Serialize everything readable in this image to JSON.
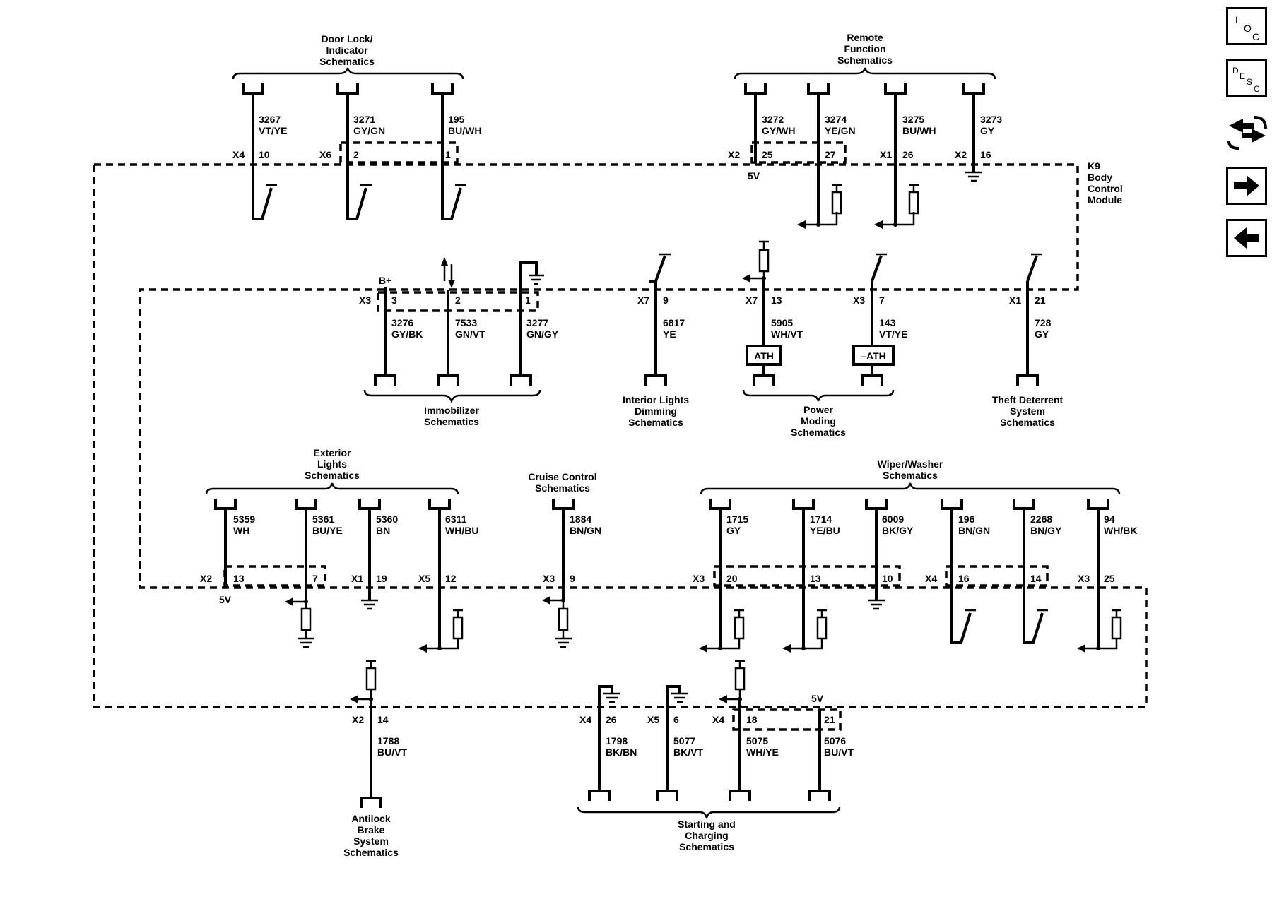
{
  "module": {
    "name": "K9",
    "lines": [
      "Body",
      "Control",
      "Module"
    ]
  },
  "groups": {
    "door_lock": [
      "Door Lock/",
      "Indicator",
      "Schematics"
    ],
    "remote": [
      "Remote",
      "Function",
      "Schematics"
    ],
    "immobilizer": [
      "Immobilizer",
      "Schematics"
    ],
    "interior": [
      "Interior Lights",
      "Dimming",
      "Schematics"
    ],
    "power": [
      "Power",
      "Moding",
      "Schematics"
    ],
    "theft": [
      "Theft Deterrent",
      "System",
      "Schematics"
    ],
    "exterior": [
      "Exterior",
      "Lights",
      "Schematics"
    ],
    "cruise": [
      "Cruise Control",
      "Schematics"
    ],
    "wiper": [
      "Wiper/Washer",
      "Schematics"
    ],
    "antilock": [
      "Antilock",
      "Brake",
      "System",
      "Schematics"
    ],
    "starting": [
      "Starting and",
      "Charging",
      "Schematics"
    ]
  },
  "circuits": {
    "c3267": {
      "connector": "X4",
      "pin": "10",
      "number": "3267",
      "color": "VT/YE"
    },
    "c3271": {
      "connector": "X6",
      "pin": "2",
      "number": "3271",
      "color": "GY/GN"
    },
    "c195": {
      "pin": "1",
      "number": "195",
      "color": "BU/WH"
    },
    "c3272": {
      "connector": "X2",
      "pin": "25",
      "number": "3272",
      "color": "GY/WH"
    },
    "c3274": {
      "pin": "27",
      "number": "3274",
      "color": "YE/GN"
    },
    "c3275": {
      "connector": "X1",
      "pin": "26",
      "number": "3275",
      "color": "BU/WH"
    },
    "c3273": {
      "connector": "X2",
      "pin": "16",
      "number": "3273",
      "color": "GY"
    },
    "c3276": {
      "connector": "X3",
      "pin": "3",
      "number": "3276",
      "color": "GY/BK"
    },
    "c7533": {
      "pin": "2",
      "number": "7533",
      "color": "GN/VT"
    },
    "c3277": {
      "pin": "1",
      "number": "3277",
      "color": "GN/GY"
    },
    "c6817": {
      "connector": "X7",
      "pin": "9",
      "number": "6817",
      "color": "YE"
    },
    "c5905": {
      "connector": "X7",
      "pin": "13",
      "number": "5905",
      "color": "WH/VT"
    },
    "c143": {
      "connector": "X3",
      "pin": "7",
      "number": "143",
      "color": "VT/YE"
    },
    "c728": {
      "connector": "X1",
      "pin": "21",
      "number": "728",
      "color": "GY"
    },
    "c5359": {
      "connector": "X2",
      "pin": "13",
      "number": "5359",
      "color": "WH"
    },
    "c5361": {
      "pin": "7",
      "number": "5361",
      "color": "BU/YE"
    },
    "c5360": {
      "connector": "X1",
      "pin": "19",
      "number": "5360",
      "color": "BN"
    },
    "c6311": {
      "connector": "X5",
      "pin": "12",
      "number": "6311",
      "color": "WH/BU"
    },
    "c1884": {
      "connector": "X3",
      "pin": "9",
      "number": "1884",
      "color": "BN/GN"
    },
    "c1715": {
      "connector": "X3",
      "pin": "20",
      "number": "1715",
      "color": "GY"
    },
    "c1714": {
      "pin": "13",
      "number": "1714",
      "color": "YE/BU"
    },
    "c6009": {
      "pin": "10",
      "number": "6009",
      "color": "BK/GY"
    },
    "c196": {
      "connector": "X4",
      "pin": "16",
      "number": "196",
      "color": "BN/GN"
    },
    "c2268": {
      "pin": "14",
      "number": "2268",
      "color": "BN/GY"
    },
    "c94": {
      "connector": "X3",
      "pin": "25",
      "number": "94",
      "color": "WH/BK"
    },
    "c1788": {
      "connector": "X2",
      "pin": "14",
      "number": "1788",
      "color": "BU/VT"
    },
    "c1798": {
      "connector": "X4",
      "pin": "26",
      "number": "1798",
      "color": "BK/BN"
    },
    "c5077": {
      "connector": "X5",
      "pin": "6",
      "number": "5077",
      "color": "BK/VT"
    },
    "c5075": {
      "connector": "X4",
      "pin": "18",
      "number": "5075",
      "color": "WH/YE"
    },
    "c5076": {
      "pin": "21",
      "number": "5076",
      "color": "BU/VT"
    }
  },
  "labels": {
    "five_v": "5V",
    "b_plus": "B+",
    "ath": "ATH",
    "not_ath": "–ATH"
  },
  "nav": {
    "loc": [
      "L",
      "O",
      "C"
    ],
    "desc": [
      "D",
      "E",
      "S",
      "C"
    ],
    "icons": [
      "loc-icon",
      "desc-icon",
      "connector-tool-icon",
      "arrow-right-icon",
      "arrow-left-icon"
    ]
  }
}
